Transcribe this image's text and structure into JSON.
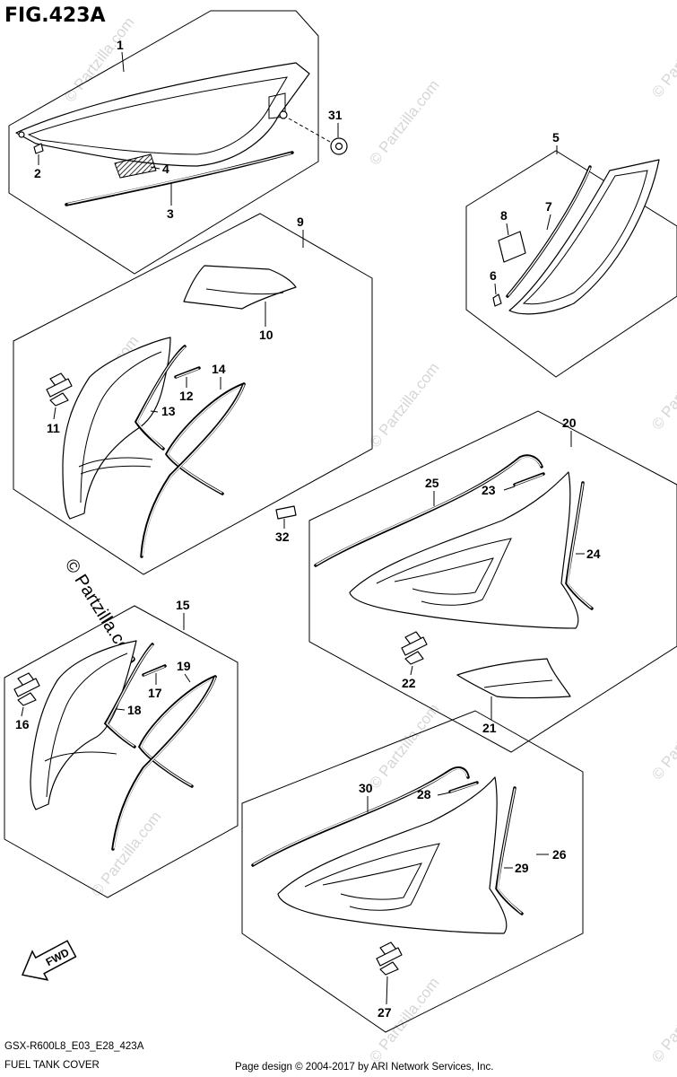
{
  "title": "FIG.423A",
  "model_code": "GSX-R600L8_E03_E28_423A",
  "section_name": "FUEL TANK COVER",
  "copyright": "Page design © 2004-2017 by ARI Network Services, Inc.",
  "watermark": "© Partzilla.com",
  "fwd_label": "FWD",
  "callouts": {
    "p1": "1",
    "p2": "2",
    "p3": "3",
    "p4": "4",
    "p5": "5",
    "p6": "6",
    "p7": "7",
    "p8": "8",
    "p9": "9",
    "p10": "10",
    "p11": "11",
    "p12": "12",
    "p13": "13",
    "p14": "14",
    "p15": "15",
    "p16": "16",
    "p17": "17",
    "p18": "18",
    "p19": "19",
    "p20": "20",
    "p21": "21",
    "p22": "22",
    "p23": "23",
    "p24": "24",
    "p25": "25",
    "p26": "26",
    "p27": "27",
    "p28": "28",
    "p29": "29",
    "p30": "30",
    "p31": "31",
    "p32": "32"
  }
}
